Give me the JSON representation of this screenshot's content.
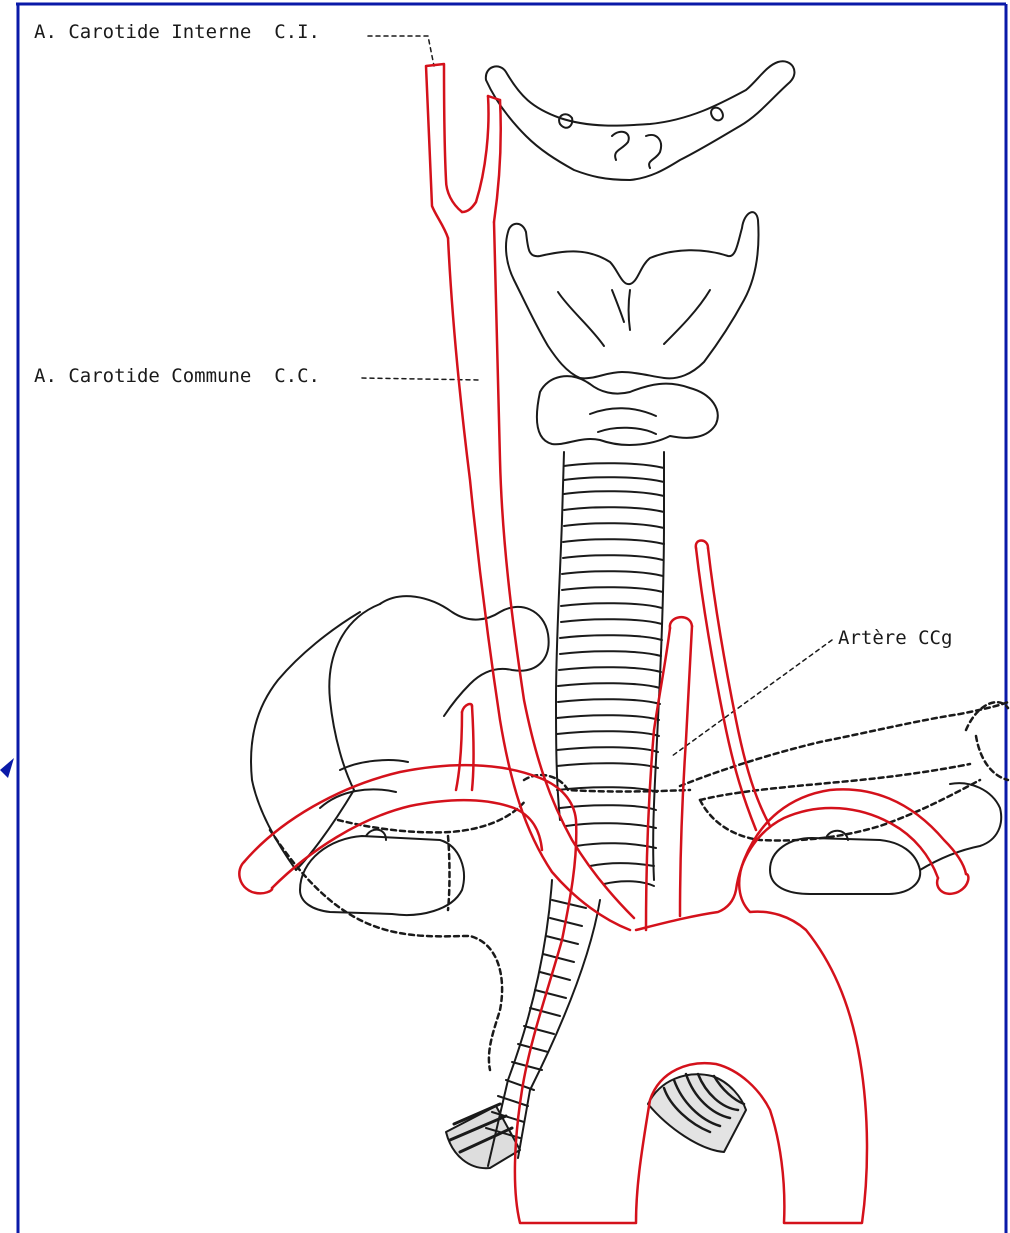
{
  "colors": {
    "artery": "#d4111b",
    "ink": "#1a1a1a",
    "border": "#0a1aa8",
    "background": "#ffffff"
  },
  "labels": {
    "internal_carotid": "A. Carotide Interne  C.I.",
    "common_carotid": "A. Carotide Commune  C.C.",
    "left_carotid_artery": "Artère CCg"
  }
}
